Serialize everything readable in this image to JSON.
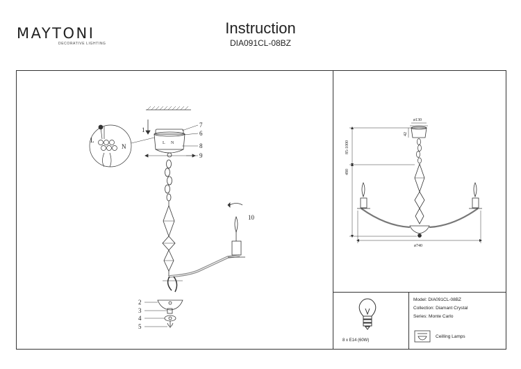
{
  "brand": {
    "name": "MAYTONI",
    "tagline": "DECORATIVE LIGHTING"
  },
  "header": {
    "title": "Instruction",
    "model_code": "DIA091CL-08BZ"
  },
  "callouts": [
    "1",
    "2",
    "3",
    "4",
    "5",
    "6",
    "7",
    "8",
    "9",
    "10"
  ],
  "wiring": {
    "live": "L",
    "neutral": "N"
  },
  "dimensions": {
    "canopy": "ø130",
    "canopy_height": "42",
    "drop": "85-1000",
    "body": "490",
    "span": "ø740"
  },
  "bulb": {
    "spec": "8 x E14 (60W)"
  },
  "info": {
    "model": "Model: DIA091CL-08BZ",
    "collection": "Collection: Diamant Crystal",
    "series": "Series: Monte Carlo",
    "category": "Ceilling Lamps"
  }
}
